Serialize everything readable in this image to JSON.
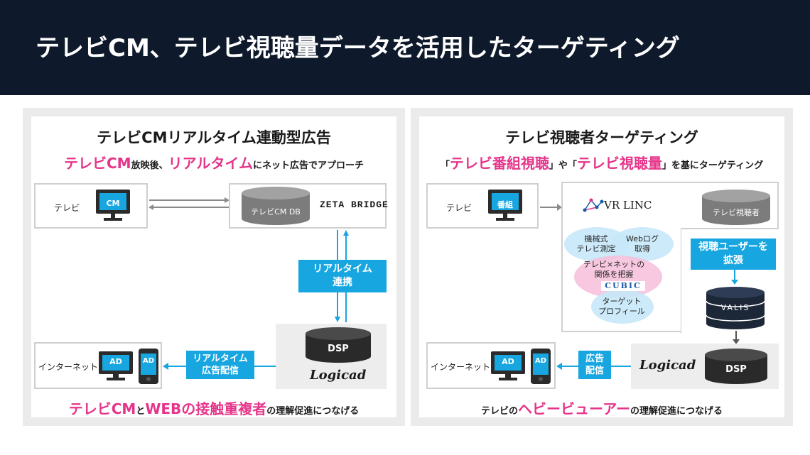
{
  "header": {
    "title": "テレビCM、テレビ視聴量データを活用したターゲティング"
  },
  "left": {
    "title": "テレビCMリアルタイム連動型広告",
    "subtitle": {
      "p1": "テレビCM",
      "p2": "放映後、",
      "p3": "リアルタイム",
      "p4": "にネット広告でアプローチ"
    },
    "tv_label": "テレビ",
    "tv_screen": "CM",
    "db_label": "テレビCM DB",
    "brand": "ZETA BRIDGE",
    "realtime_link": "リアルタイム\n連携",
    "dsp": "DSP",
    "logicad": "Logicad",
    "internet_label": "インターネット",
    "ad1": "AD",
    "ad2": "AD",
    "delivery": "リアルタイム\n広告配信",
    "bottom": {
      "p1": "テレビCM",
      "p2": "と",
      "p3": "WEBの接触重複者",
      "p4": "の理解促進につなげる"
    }
  },
  "right": {
    "title": "テレビ視聴者ターゲティング",
    "subtitle": {
      "p1": "「",
      "p2": "テレビ番組視聴",
      "p3": "」や「",
      "p4": "テレビ視聴量",
      "p5": "」を基にターゲティング"
    },
    "tv_label": "テレビ",
    "tv_screen": "番組",
    "vrlinc": "VR LINC",
    "viewer_db": "テレビ視聴者",
    "venn": {
      "a": "機械式\nテレビ測定",
      "b": "Webログ\n取得",
      "c": "テレビ×ネットの\n関係を把握",
      "cubic": "CUBIC",
      "d": "ターゲット\nプロフィール"
    },
    "expand": "視聴ユーザーを\n拡張",
    "valis": "VALIS",
    "logicad": "Logicad",
    "dsp": "DSP",
    "internet_label": "インターネット",
    "ad1": "AD",
    "ad2": "AD",
    "delivery": "広告\n配信",
    "bottom": {
      "p1": "テレビの",
      "p2": "ヘビービューアー",
      "p3": "の理解促進につなげる"
    }
  },
  "colors": {
    "header_bg": "#0e1a2b",
    "accent_pink": "#e5358a",
    "accent_blue": "#17a6e0"
  }
}
